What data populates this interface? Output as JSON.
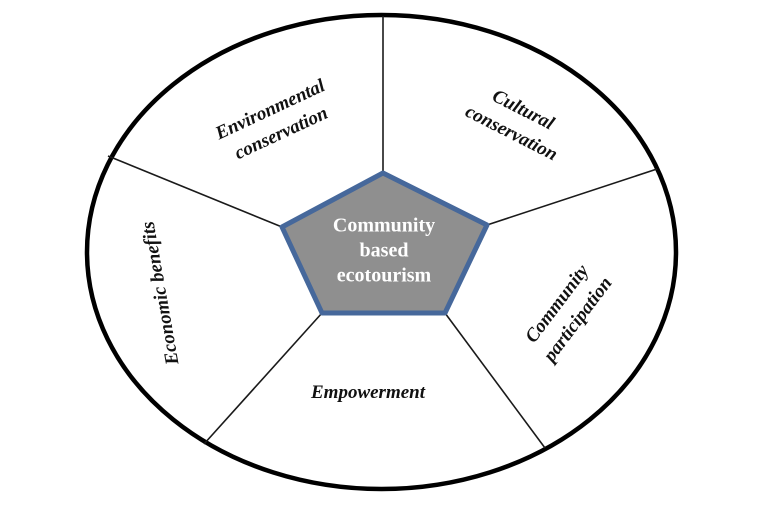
{
  "diagram": {
    "title_hint": "community-based-ecotourism-pentagon-diagram",
    "center_pentagon": {
      "lines": [
        "Community",
        "based",
        "ecotourism"
      ]
    },
    "sectors": [
      {
        "id": "environmental-conservation",
        "line1": "Environmental",
        "line2": "conservation"
      },
      {
        "id": "cultural-conservation",
        "line1": "Cultural",
        "line2": "conservation"
      },
      {
        "id": "community-participation",
        "line1": "Community",
        "line2": "participation"
      },
      {
        "id": "empowerment",
        "line1": "Empowerment",
        "line2": ""
      },
      {
        "id": "economic-benefits",
        "line1": "Economic benefits",
        "line2": ""
      }
    ],
    "colors": {
      "background": "#ffffff",
      "ellipse_stroke": "#000000",
      "divider_stroke": "#1a1a1a",
      "pentagon_fill": "#8f8f8f",
      "pentagon_border": "#46689b",
      "sector_text": "#111111",
      "center_text": "#ffffff"
    }
  }
}
